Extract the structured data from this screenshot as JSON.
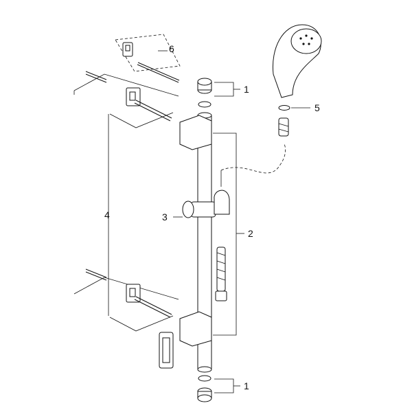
{
  "callouts": {
    "c1_top": "1",
    "c1_bottom": "1",
    "c2": "2",
    "c3": "3",
    "c4": "4",
    "c5": "5",
    "c6": "6"
  }
}
